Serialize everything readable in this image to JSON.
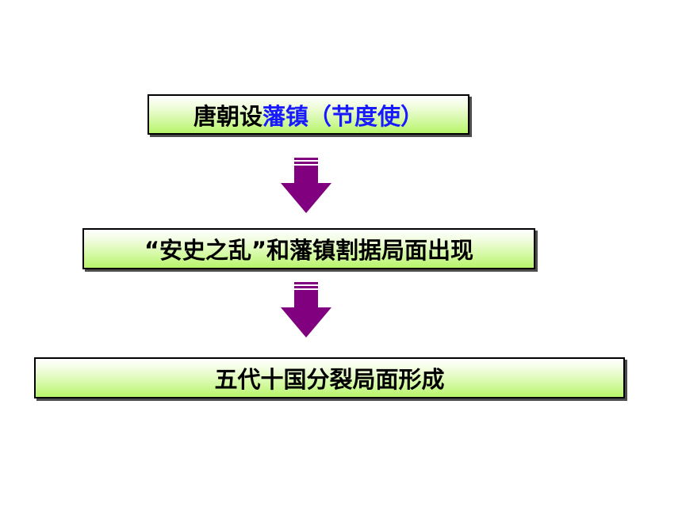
{
  "colors": {
    "box_fill_top": "#ffffff",
    "box_fill_bottom": "#b7f56a",
    "box_border": "#000000",
    "highlight_text": "#1a1aff",
    "arrow_fill": "#800080"
  },
  "flow": {
    "step1": {
      "prefix": "唐朝设",
      "highlight": "藩镇（节度使）"
    },
    "step2": {
      "text": "“安史之乱”和藩镇割据局面出现"
    },
    "step3": {
      "text": "五代十国分裂局面形成"
    }
  },
  "arrows": [
    {
      "icon": "down-arrow-icon"
    },
    {
      "icon": "down-arrow-icon"
    }
  ]
}
